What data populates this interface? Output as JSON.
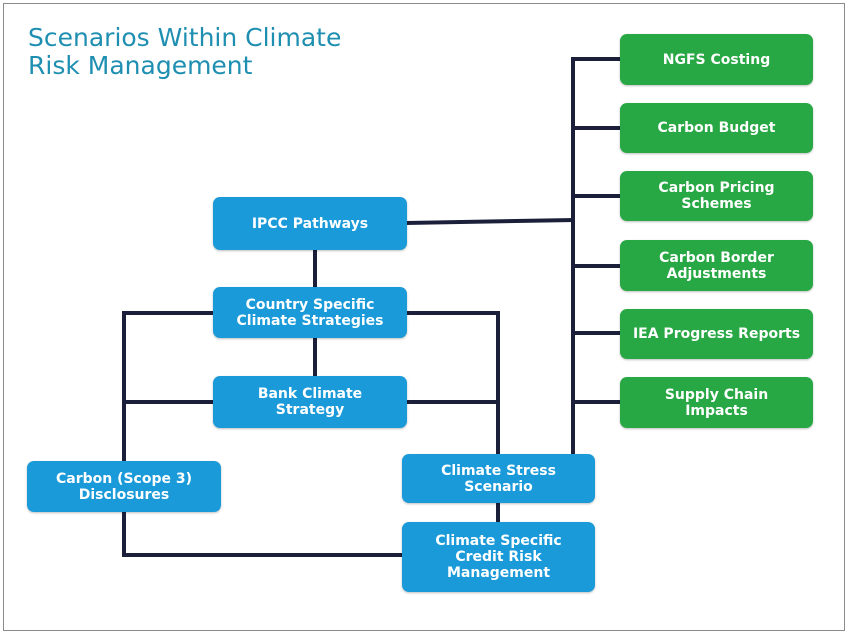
{
  "title": {
    "line1": "Scenarios Within Climate",
    "line2": "Risk Management"
  },
  "blue_nodes": {
    "ipcc": [
      "IPCC Pathways"
    ],
    "country": [
      "Country Specific",
      "Climate Strategies"
    ],
    "bank": [
      "Bank Climate",
      "Strategy"
    ],
    "carbon_scope3": [
      "Carbon (Scope 3)",
      "Disclosures"
    ],
    "stress": [
      "Climate Stress",
      "Scenario"
    ],
    "credit": [
      "Climate Specific",
      "Credit Risk",
      "Management"
    ]
  },
  "green_nodes": {
    "ngfs": [
      "NGFS Costing"
    ],
    "budget": [
      "Carbon Budget"
    ],
    "pricing": [
      "Carbon Pricing",
      "Schemes"
    ],
    "border": [
      "Carbon Border",
      "Adjustments"
    ],
    "iea": [
      "IEA Progress Reports"
    ],
    "supply": [
      "Supply Chain",
      "Impacts"
    ]
  },
  "colors": {
    "title": "#1f8fb1",
    "blue_box": "#1a9ad9",
    "green_box": "#27a844",
    "connector": "#1b1f3a"
  }
}
